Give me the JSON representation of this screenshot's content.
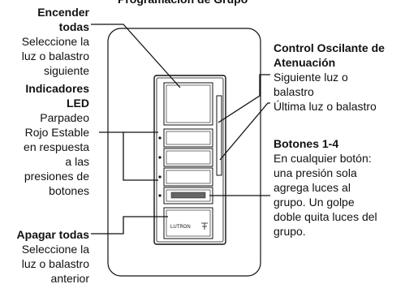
{
  "title": "Programación de Grupo",
  "left": {
    "encender": {
      "heading": [
        "Encender",
        "todas"
      ],
      "body": [
        "Seleccione la",
        "luz o balastro",
        "siguiente"
      ]
    },
    "indicadores": {
      "heading": [
        "Indicadores",
        "LED"
      ],
      "body": [
        "Parpadeo",
        "Rojo Estable",
        "en respuesta",
        "a las",
        "presiones de",
        "botones"
      ]
    },
    "apagar": {
      "heading": "Apagar todas",
      "body": [
        "Seleccione la",
        "luz o balastro",
        "anterior"
      ]
    }
  },
  "right": {
    "control": {
      "heading": [
        "Control Oscilante de",
        "Atenuación"
      ],
      "body": [
        "Siguiente luz o",
        "balastro",
        "Última luz o balastro"
      ]
    },
    "botones": {
      "heading": "Botones 1-4",
      "body": [
        "En cualquier botón:",
        "una presión sola",
        "agrega luces al",
        "grupo. Un golpe",
        "doble quita luces del",
        "grupo."
      ]
    }
  },
  "device": {
    "brand": "LUTRON"
  }
}
